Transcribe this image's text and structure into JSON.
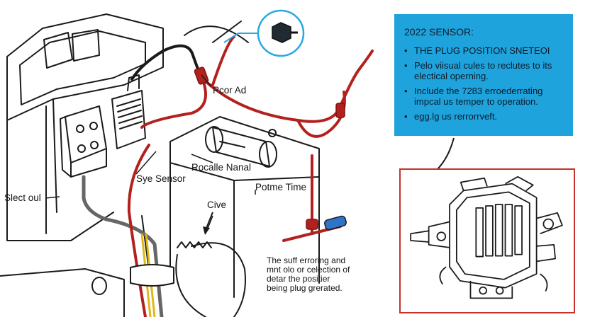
{
  "labels": {
    "pcor_ad": "Pcor Ad",
    "rocalle_nanal": "Rocalle Nanal",
    "sye_sensor": "Sye Sensor",
    "slect_oul": "Slect oul",
    "potme_time": "Potme Time",
    "cive": "Cive"
  },
  "info_box": {
    "title": "2022 SENSOR:",
    "items": [
      "THE PLUG POSITION SNETEOI",
      "Pelo viisual cules to reclutes to its electical operning.",
      "Include the 7283 erroederrating impcal us temper to operation.",
      "egg.lg us rerrorrveft."
    ]
  },
  "note": {
    "lines": [
      "The suff erroring and",
      "mnt olo or celection of",
      "detar the positier",
      "being plug grerated."
    ]
  },
  "colors": {
    "info_box_bg": "#1ea3dc",
    "inset_border": "#c8322b",
    "wire_red": "#b3211e",
    "wire_black": "#1a1a1a",
    "connector_blue": "#2f74c9"
  },
  "icons": [
    "connector-icon",
    "arrow-icon"
  ]
}
